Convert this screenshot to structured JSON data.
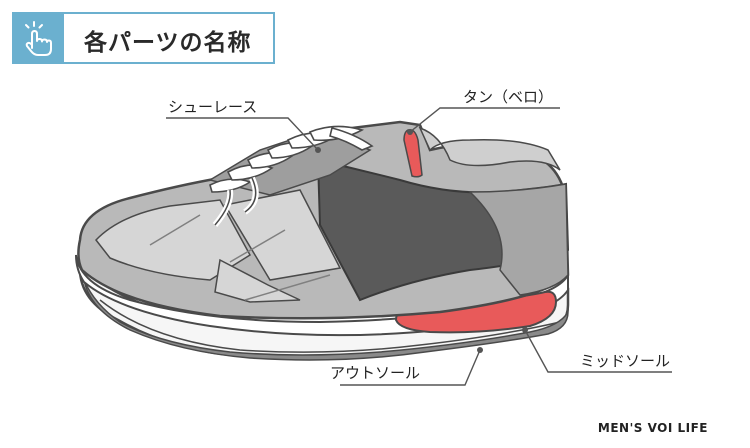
{
  "header": {
    "title": "各パーツの名称",
    "icon": "tap-hand-icon",
    "accent_color": "#6bb0cf"
  },
  "labels": {
    "shoelace": "シューレース",
    "tongue": "タン（ベロ）",
    "outsole": "アウトソール",
    "midsole": "ミッドソール"
  },
  "brand": "MEN'S VOI LIFE",
  "colors": {
    "highlight": "#e85a5a",
    "upper_light": "#b9b9b9",
    "upper_dark": "#5a5a5a",
    "sole": "#f5f5f5",
    "outline": "#4a4a4a"
  }
}
